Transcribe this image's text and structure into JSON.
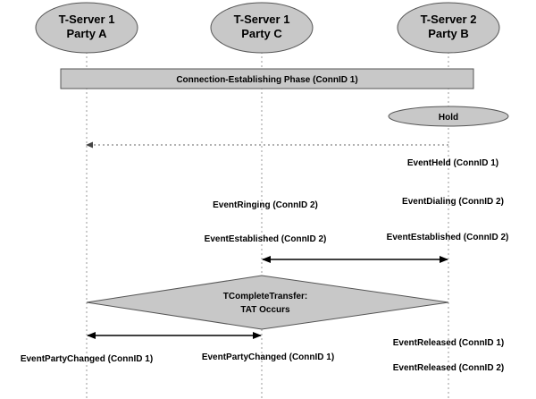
{
  "colors": {
    "shape_fill": "#c8c8c8",
    "shape_stroke": "#555555",
    "lifeline": "#9a9a9a",
    "arrow": "#000000"
  },
  "parties": [
    {
      "line1": "T-Server 1",
      "line2": "Party A"
    },
    {
      "line1": "T-Server 1",
      "line2": "Party C"
    },
    {
      "line1": "T-Server 2",
      "line2": "Party B"
    }
  ],
  "phase": {
    "label": "Connection-Establishing Phase (ConnID 1)"
  },
  "hold": {
    "label": "Hold"
  },
  "events": {
    "held_b": "EventHeld (ConnID 1)",
    "dialing_b": "EventDialing (ConnID 2)",
    "ringing_c": "EventRinging (ConnID 2)",
    "established_c": "EventEstablished (ConnID 2)",
    "established_b": "EventEstablished (ConnID 2)",
    "released_b1": "EventReleased (ConnID 1)",
    "released_b2": "EventReleased (ConnID 2)",
    "partychanged_a": "EventPartyChanged (ConnID 1)",
    "partychanged_c": "EventPartyChanged (ConnID 1)"
  },
  "transfer": {
    "line1": "TCompleteTransfer:",
    "line2": "TAT Occurs"
  }
}
